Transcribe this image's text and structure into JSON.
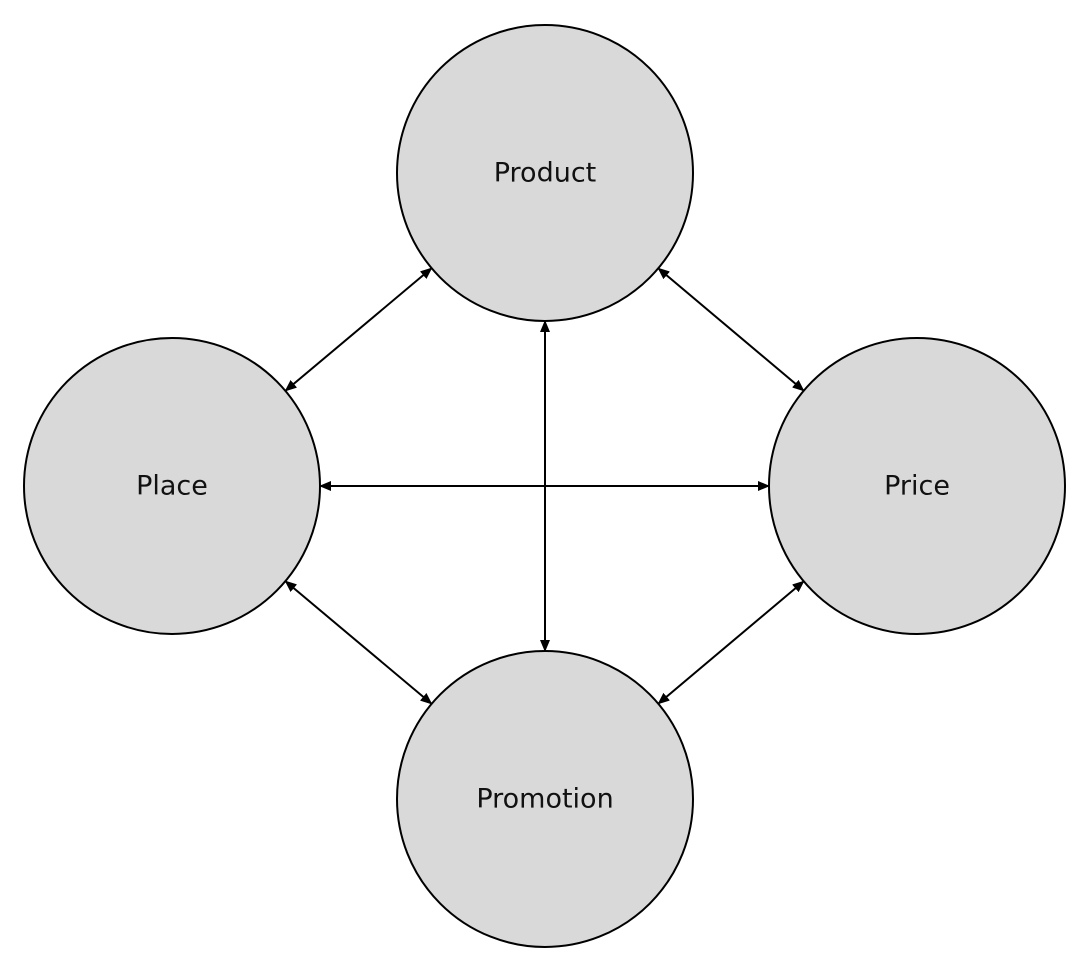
{
  "diagram": {
    "nodes": [
      {
        "id": "product",
        "label": "Product"
      },
      {
        "id": "place",
        "label": "Place"
      },
      {
        "id": "price",
        "label": "Price"
      },
      {
        "id": "promotion",
        "label": "Promotion"
      }
    ],
    "edges": [
      {
        "from": "product",
        "to": "place",
        "direction": "both"
      },
      {
        "from": "product",
        "to": "price",
        "direction": "both"
      },
      {
        "from": "product",
        "to": "promotion",
        "direction": "both"
      },
      {
        "from": "place",
        "to": "price",
        "direction": "both"
      },
      {
        "from": "place",
        "to": "promotion",
        "direction": "both"
      },
      {
        "from": "price",
        "to": "promotion",
        "direction": "both"
      }
    ],
    "colors": {
      "node_fill": "#d9d9d9",
      "stroke": "#000000",
      "background": "#ffffff"
    }
  }
}
